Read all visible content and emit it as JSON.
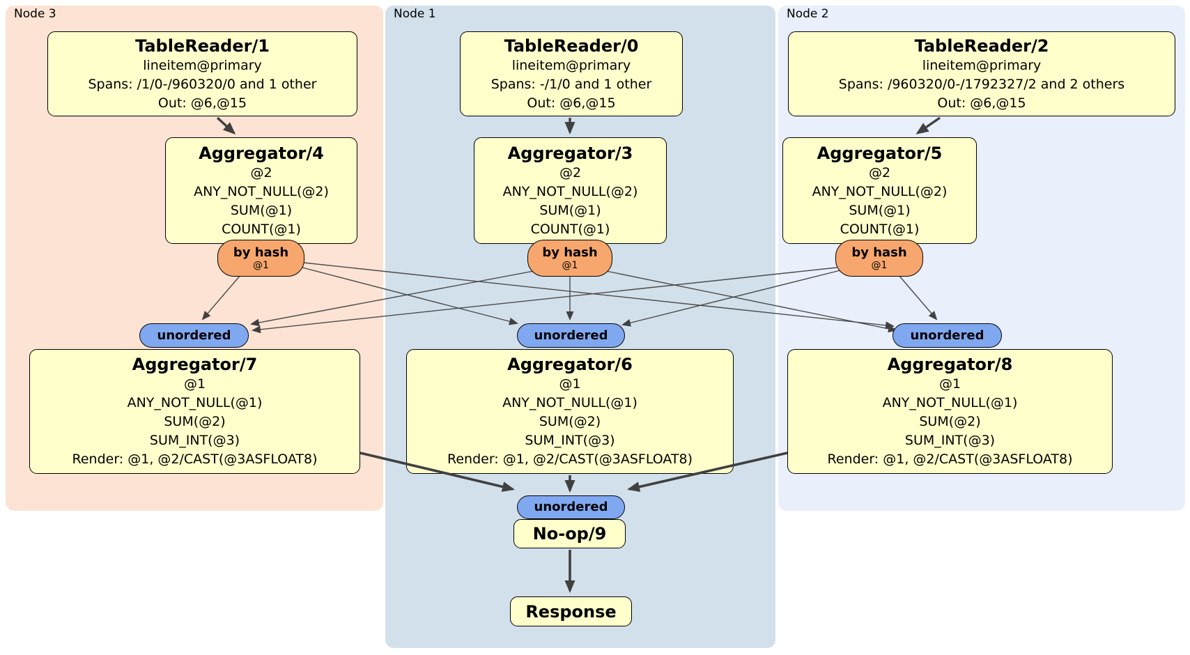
{
  "regions": {
    "node3": {
      "label": "Node 3"
    },
    "node1": {
      "label": "Node 1"
    },
    "node2": {
      "label": "Node 2"
    }
  },
  "processors": {
    "tr1": {
      "title": "TableReader/1",
      "lines": [
        "lineitem@primary",
        "Spans: /1/0-/960320/0 and 1 other",
        "Out: @6,@15"
      ]
    },
    "tr0": {
      "title": "TableReader/0",
      "lines": [
        "lineitem@primary",
        "Spans: -/1/0 and 1 other",
        "Out: @6,@15"
      ]
    },
    "tr2": {
      "title": "TableReader/2",
      "lines": [
        "lineitem@primary",
        "Spans: /960320/0-/1792327/2 and 2 others",
        "Out: @6,@15"
      ]
    },
    "agg4": {
      "title": "Aggregator/4",
      "lines": [
        "@2",
        "ANY_NOT_NULL(@2)",
        "SUM(@1)",
        "COUNT(@1)"
      ]
    },
    "agg3": {
      "title": "Aggregator/3",
      "lines": [
        "@2",
        "ANY_NOT_NULL(@2)",
        "SUM(@1)",
        "COUNT(@1)"
      ]
    },
    "agg5": {
      "title": "Aggregator/5",
      "lines": [
        "@2",
        "ANY_NOT_NULL(@2)",
        "SUM(@1)",
        "COUNT(@1)"
      ]
    },
    "agg7": {
      "title": "Aggregator/7",
      "lines": [
        "@1",
        "ANY_NOT_NULL(@1)",
        "SUM(@2)",
        "SUM_INT(@3)",
        "Render: @1, @2/CAST(@3ASFLOAT8)"
      ]
    },
    "agg6": {
      "title": "Aggregator/6",
      "lines": [
        "@1",
        "ANY_NOT_NULL(@1)",
        "SUM(@2)",
        "SUM_INT(@3)",
        "Render: @1, @2/CAST(@3ASFLOAT8)"
      ]
    },
    "agg8": {
      "title": "Aggregator/8",
      "lines": [
        "@1",
        "ANY_NOT_NULL(@1)",
        "SUM(@2)",
        "SUM_INT(@3)",
        "Render: @1, @2/CAST(@3ASFLOAT8)"
      ]
    },
    "noop": {
      "title": "No-op/9"
    },
    "response": {
      "title": "Response"
    }
  },
  "routers": {
    "rt4": {
      "label": "by hash",
      "stream": "@1"
    },
    "rt3": {
      "label": "by hash",
      "stream": "@1"
    },
    "rt5": {
      "label": "by hash",
      "stream": "@1"
    }
  },
  "syncs": {
    "left": {
      "label": "unordered"
    },
    "middle": {
      "label": "unordered"
    },
    "right": {
      "label": "unordered"
    },
    "final": {
      "label": "unordered"
    }
  },
  "colors": {
    "node3_background": "#fce3d4",
    "node1_background": "#d2e0eb",
    "node2_background": "#e9effb",
    "processor_fill": "#ffffcc",
    "processor_border": "#000000",
    "router_fill": "#f7a76d",
    "sync_fill": "#80a8f0",
    "edge_color": "#404040",
    "page_background": "#ffffff"
  }
}
